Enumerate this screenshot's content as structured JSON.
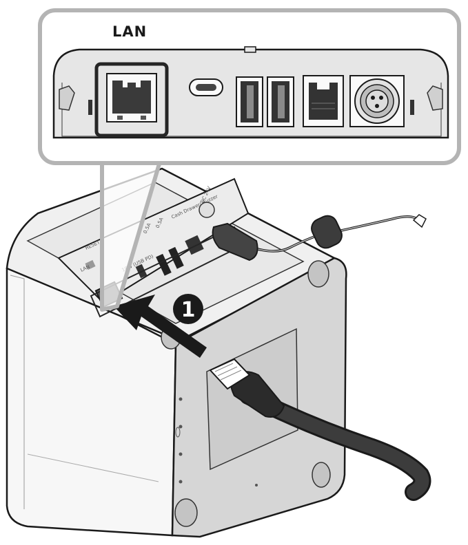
{
  "callout": {
    "label": "LAN"
  },
  "step": {
    "number": "1"
  },
  "port_labels": {
    "reset": "RESET",
    "lan": "LAN",
    "usb_pd": "18W (USB PD)",
    "usb_rating_a": "0.5A",
    "usb_rating_b": "0.5A",
    "cash_drawer": "Cash Drawer/ Buzzer",
    "dc": "DC 24V"
  },
  "colors": {
    "outline": "#1a1a1a",
    "callout_frame": "#b4b4b4",
    "panel_fill": "#e6e6e6",
    "body_fill": "#f2f2f2",
    "cable": "#3c3c3c",
    "highlight_frame": "#262626"
  }
}
